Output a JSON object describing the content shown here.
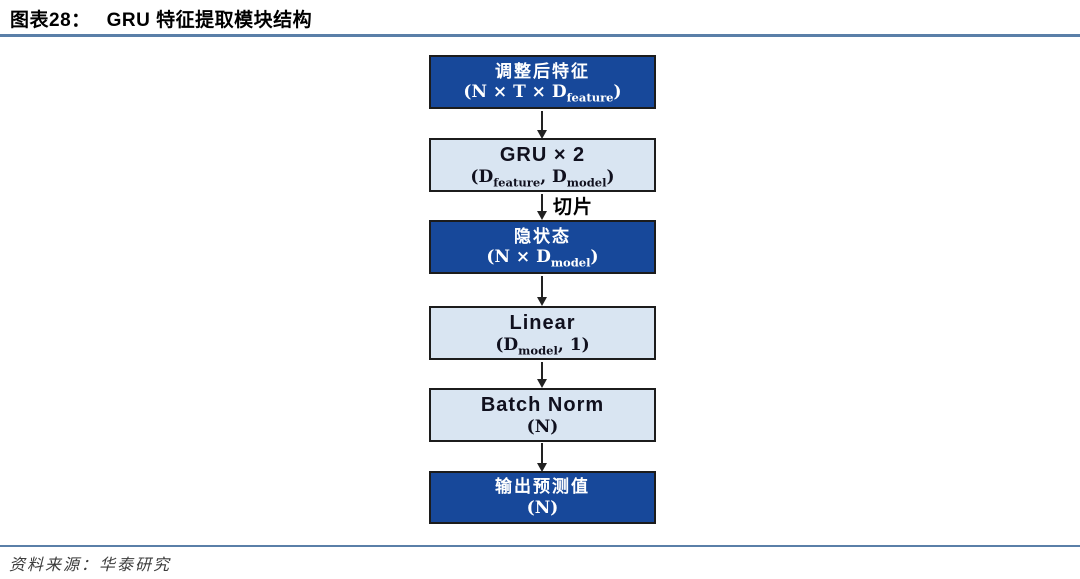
{
  "header": {
    "figure_label": "图表28：",
    "title": "GRU 特征提取模块结构"
  },
  "footer": {
    "source": "资料来源：华泰研究"
  },
  "flowchart": {
    "edge_label": "切片",
    "colors": {
      "dark_fill": "#17489A",
      "light_fill": "#D9E5F2",
      "border": "#1C1C1C",
      "rule": "#5A7FA8"
    },
    "nodes": [
      {
        "style": "dark",
        "line1": "调整后特征",
        "line2": {
          "parts": [
            "(N × T × D",
            "feature",
            ")"
          ]
        }
      },
      {
        "style": "light",
        "line1": "GRU × 2",
        "line2": {
          "parts": [
            "(D",
            "feature",
            ", D",
            "model",
            ")"
          ]
        }
      },
      {
        "style": "dark",
        "line1": "隐状态",
        "line2": {
          "parts": [
            "(N × D",
            "model",
            ")"
          ]
        }
      },
      {
        "style": "light",
        "line1": "Linear",
        "line2": {
          "parts": [
            "(D",
            "model",
            ", 1)"
          ]
        }
      },
      {
        "style": "light",
        "line1": "Batch Norm",
        "line2": {
          "parts": [
            "(N)"
          ]
        }
      },
      {
        "style": "dark",
        "line1": "输出预测值",
        "line2": {
          "parts": [
            "(N)"
          ]
        }
      }
    ]
  }
}
